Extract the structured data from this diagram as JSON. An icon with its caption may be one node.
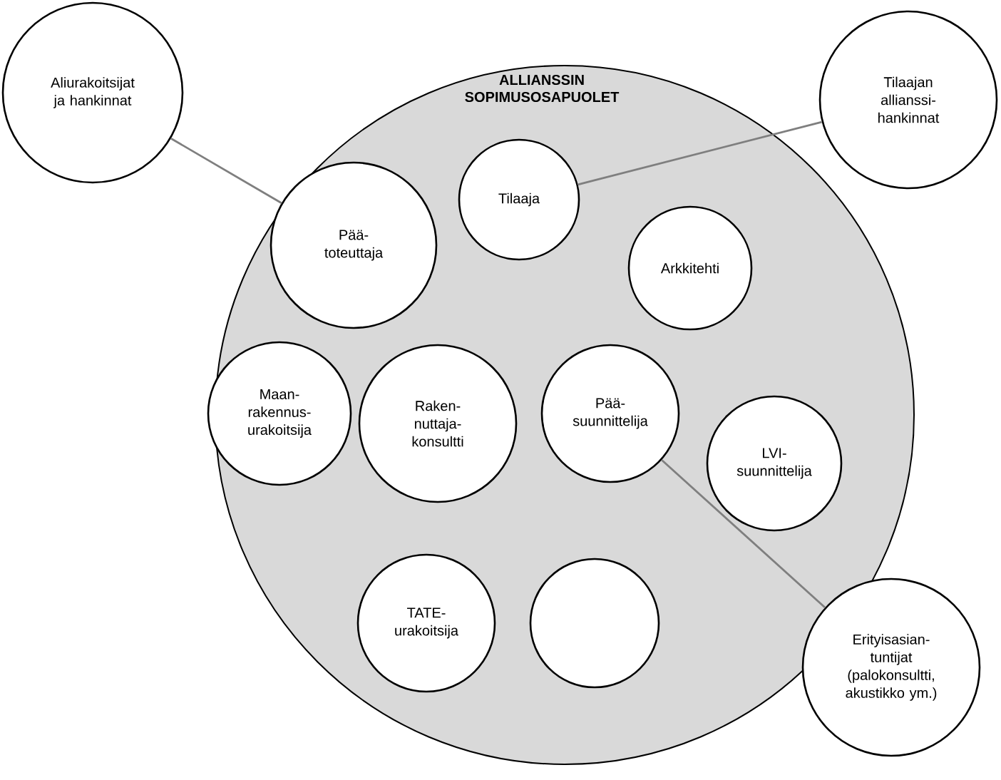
{
  "diagram": {
    "nodes": [
      {
        "text": [
          "ALLIANSSIN SOPIMUSOSAPUOLET"
        ]
      },
      {
        "text": [
          "Aliurakoitsijat ja hankinnat"
        ]
      },
      {
        "text": [
          "Tilaajan allianssi- hankinnat"
        ]
      },
      {
        "text": [
          "Pää- toteuttaja"
        ],
        "in": 0
      },
      {
        "text": [
          "Tilaaja"
        ],
        "in": 0
      },
      {
        "text": [
          "Arkkitehti"
        ],
        "in": 0
      },
      {
        "text": [
          "Maan- rakennus- urakoitsija"
        ],
        "in": 0
      },
      {
        "text": [
          "Raken- nuttaja- konsultti"
        ],
        "in": 0
      },
      {
        "text": [
          "Pää- suunnittelija"
        ],
        "in": 0
      },
      {
        "text": [
          "LVI- suunnittelija"
        ],
        "in": 0
      },
      {
        "text": [
          "TATE- urakoitsija"
        ],
        "in": 0
      },
      {
        "text": [],
        "shape": "circle",
        "in": 0
      },
      {
        "text": [
          "Erityisasian- tuntijat (palokonsultti, akustikko ym.)"
        ]
      }
    ],
    "edges": [
      {
        "from": 1,
        "to": 3,
        "arrow": "none"
      },
      {
        "from": 2,
        "to": 4,
        "arrow": "none"
      },
      {
        "from": 8,
        "to": 12,
        "arrow": "none"
      }
    ]
  }
}
